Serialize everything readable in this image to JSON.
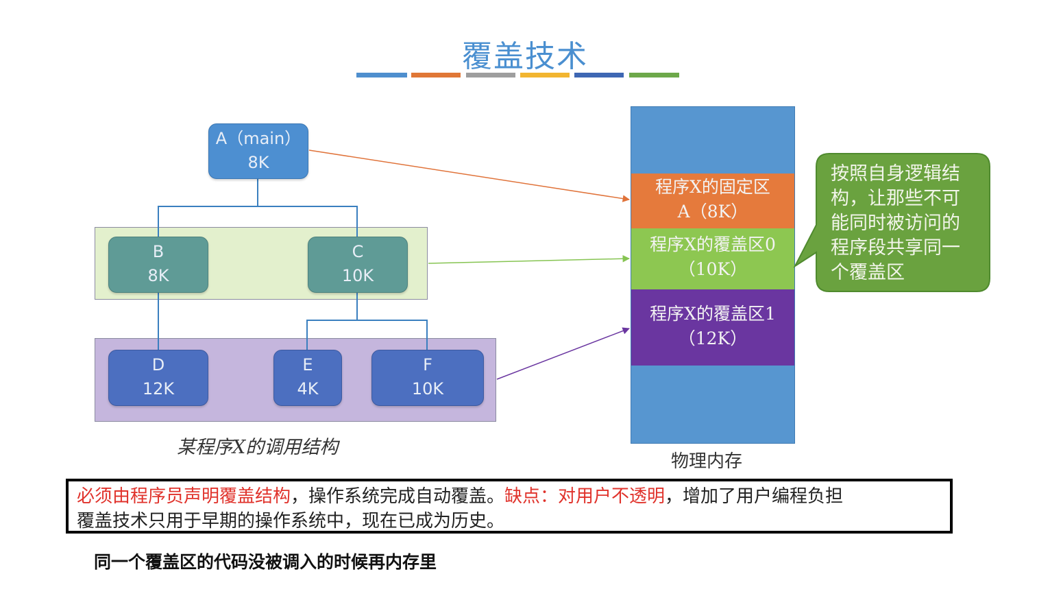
{
  "title": "覆盖技术",
  "underline_colors": [
    "#4f8fce",
    "#e07736",
    "#9e9e9e",
    "#f2b530",
    "#3e67b3",
    "#6da84a"
  ],
  "tree": {
    "root": {
      "name": "A（main）",
      "size": "8K"
    },
    "level1": [
      {
        "name": "B",
        "size": "8K"
      },
      {
        "name": "C",
        "size": "10K"
      }
    ],
    "level2": [
      {
        "name": "D",
        "size": "12K"
      },
      {
        "name": "E",
        "size": "4K"
      },
      {
        "name": "F",
        "size": "10K"
      }
    ],
    "caption": "某程序X的调用结构"
  },
  "memory": {
    "fixed": {
      "label": "程序X的固定区",
      "detail": "A（8K）"
    },
    "overlay0": {
      "label": "程序X的覆盖区0",
      "detail": "（10K）"
    },
    "overlay1": {
      "label": "程序X的覆盖区1",
      "detail": "（12K）"
    },
    "caption": "物理内存"
  },
  "bubble": {
    "lines": [
      "按照自身逻辑结",
      "构，让那些不可",
      "能同时被访问的",
      "程序段共享同一",
      "个覆盖区"
    ]
  },
  "note": {
    "line1_red1": "必须由程序员声明覆盖结构",
    "line1_black1": "，操作系统完成自动覆盖。",
    "line1_red2": "缺点：对用户不透明",
    "line1_black2": "，增加了用户编程负担",
    "line2": "覆盖技术只用于早期的操作系统中，现在已成为历史。"
  },
  "footer": "同一个覆盖区的代码没被调入的时候再内存里",
  "colors": {
    "root": "#4d8fd1",
    "level1_node": "#5f9b96",
    "level1_band": "#e3f0cd",
    "level2_node": "#4c6fc0",
    "level2_band": "#c5b6dd",
    "memory": "#5796d0",
    "fixed": "#e57a3c",
    "overlay0": "#8dc751",
    "overlay1": "#6a36a0",
    "bubble": "#6aa23f"
  }
}
